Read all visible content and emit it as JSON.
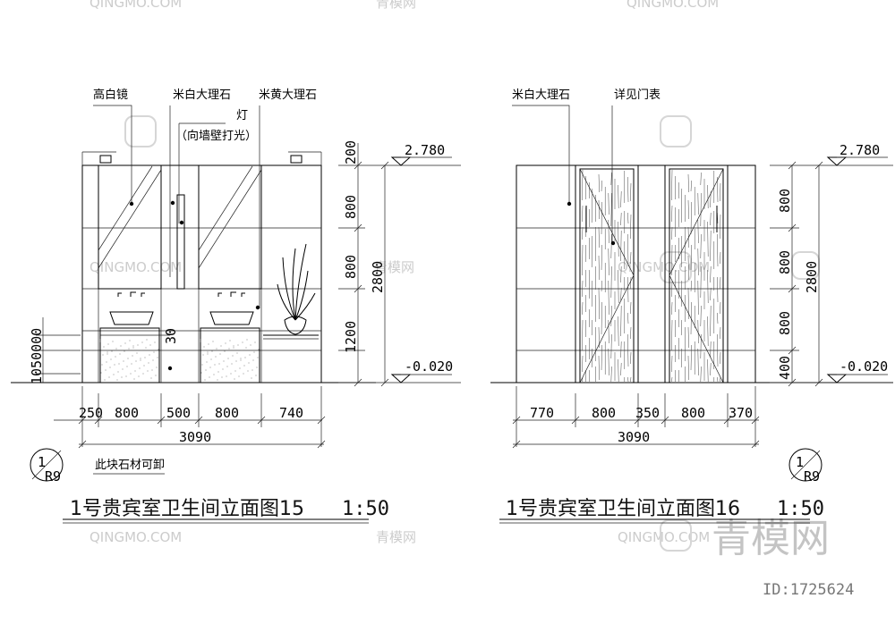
{
  "watermark": {
    "site_en": "QINGMO.COM",
    "site_cn": "青模网",
    "brand_large": "青模网",
    "id_text": "ID:1725624"
  },
  "left_elevation": {
    "labels": {
      "mirror": "高白镜",
      "white_marble": "米白大理石",
      "beige_marble": "米黄大理石",
      "lamp": "灯",
      "lamp_note": "（向墙壁打光）",
      "removable_stone": "此块石材可卸"
    },
    "levels": {
      "top": "2.780",
      "bottom": "-0.020"
    },
    "vertical_dims": [
      "200",
      "800",
      "800",
      "1200"
    ],
    "overall_height": "2800",
    "left_dims_text": "1050000",
    "counter_dim": "30",
    "horizontal_dims": [
      "250",
      "800",
      "500",
      "800",
      "740"
    ],
    "overall_width": "3090",
    "detail_tag": {
      "top": "1",
      "bottom": "R9"
    },
    "title": "1号贵宾室卫生间立面图15",
    "scale": "1:50"
  },
  "right_elevation": {
    "labels": {
      "white_marble": "米白大理石",
      "door_schedule": "详见门表"
    },
    "levels": {
      "top": "2.780",
      "bottom": "-0.020"
    },
    "vertical_dims": [
      "800",
      "800",
      "800",
      "400"
    ],
    "overall_height": "2800",
    "horizontal_dims": [
      "770",
      "800",
      "350",
      "800",
      "370"
    ],
    "overall_width": "3090",
    "detail_tag": {
      "top": "1",
      "bottom": "R9"
    },
    "title": "1号贵宾室卫生间立面图16",
    "scale": "1:50"
  }
}
